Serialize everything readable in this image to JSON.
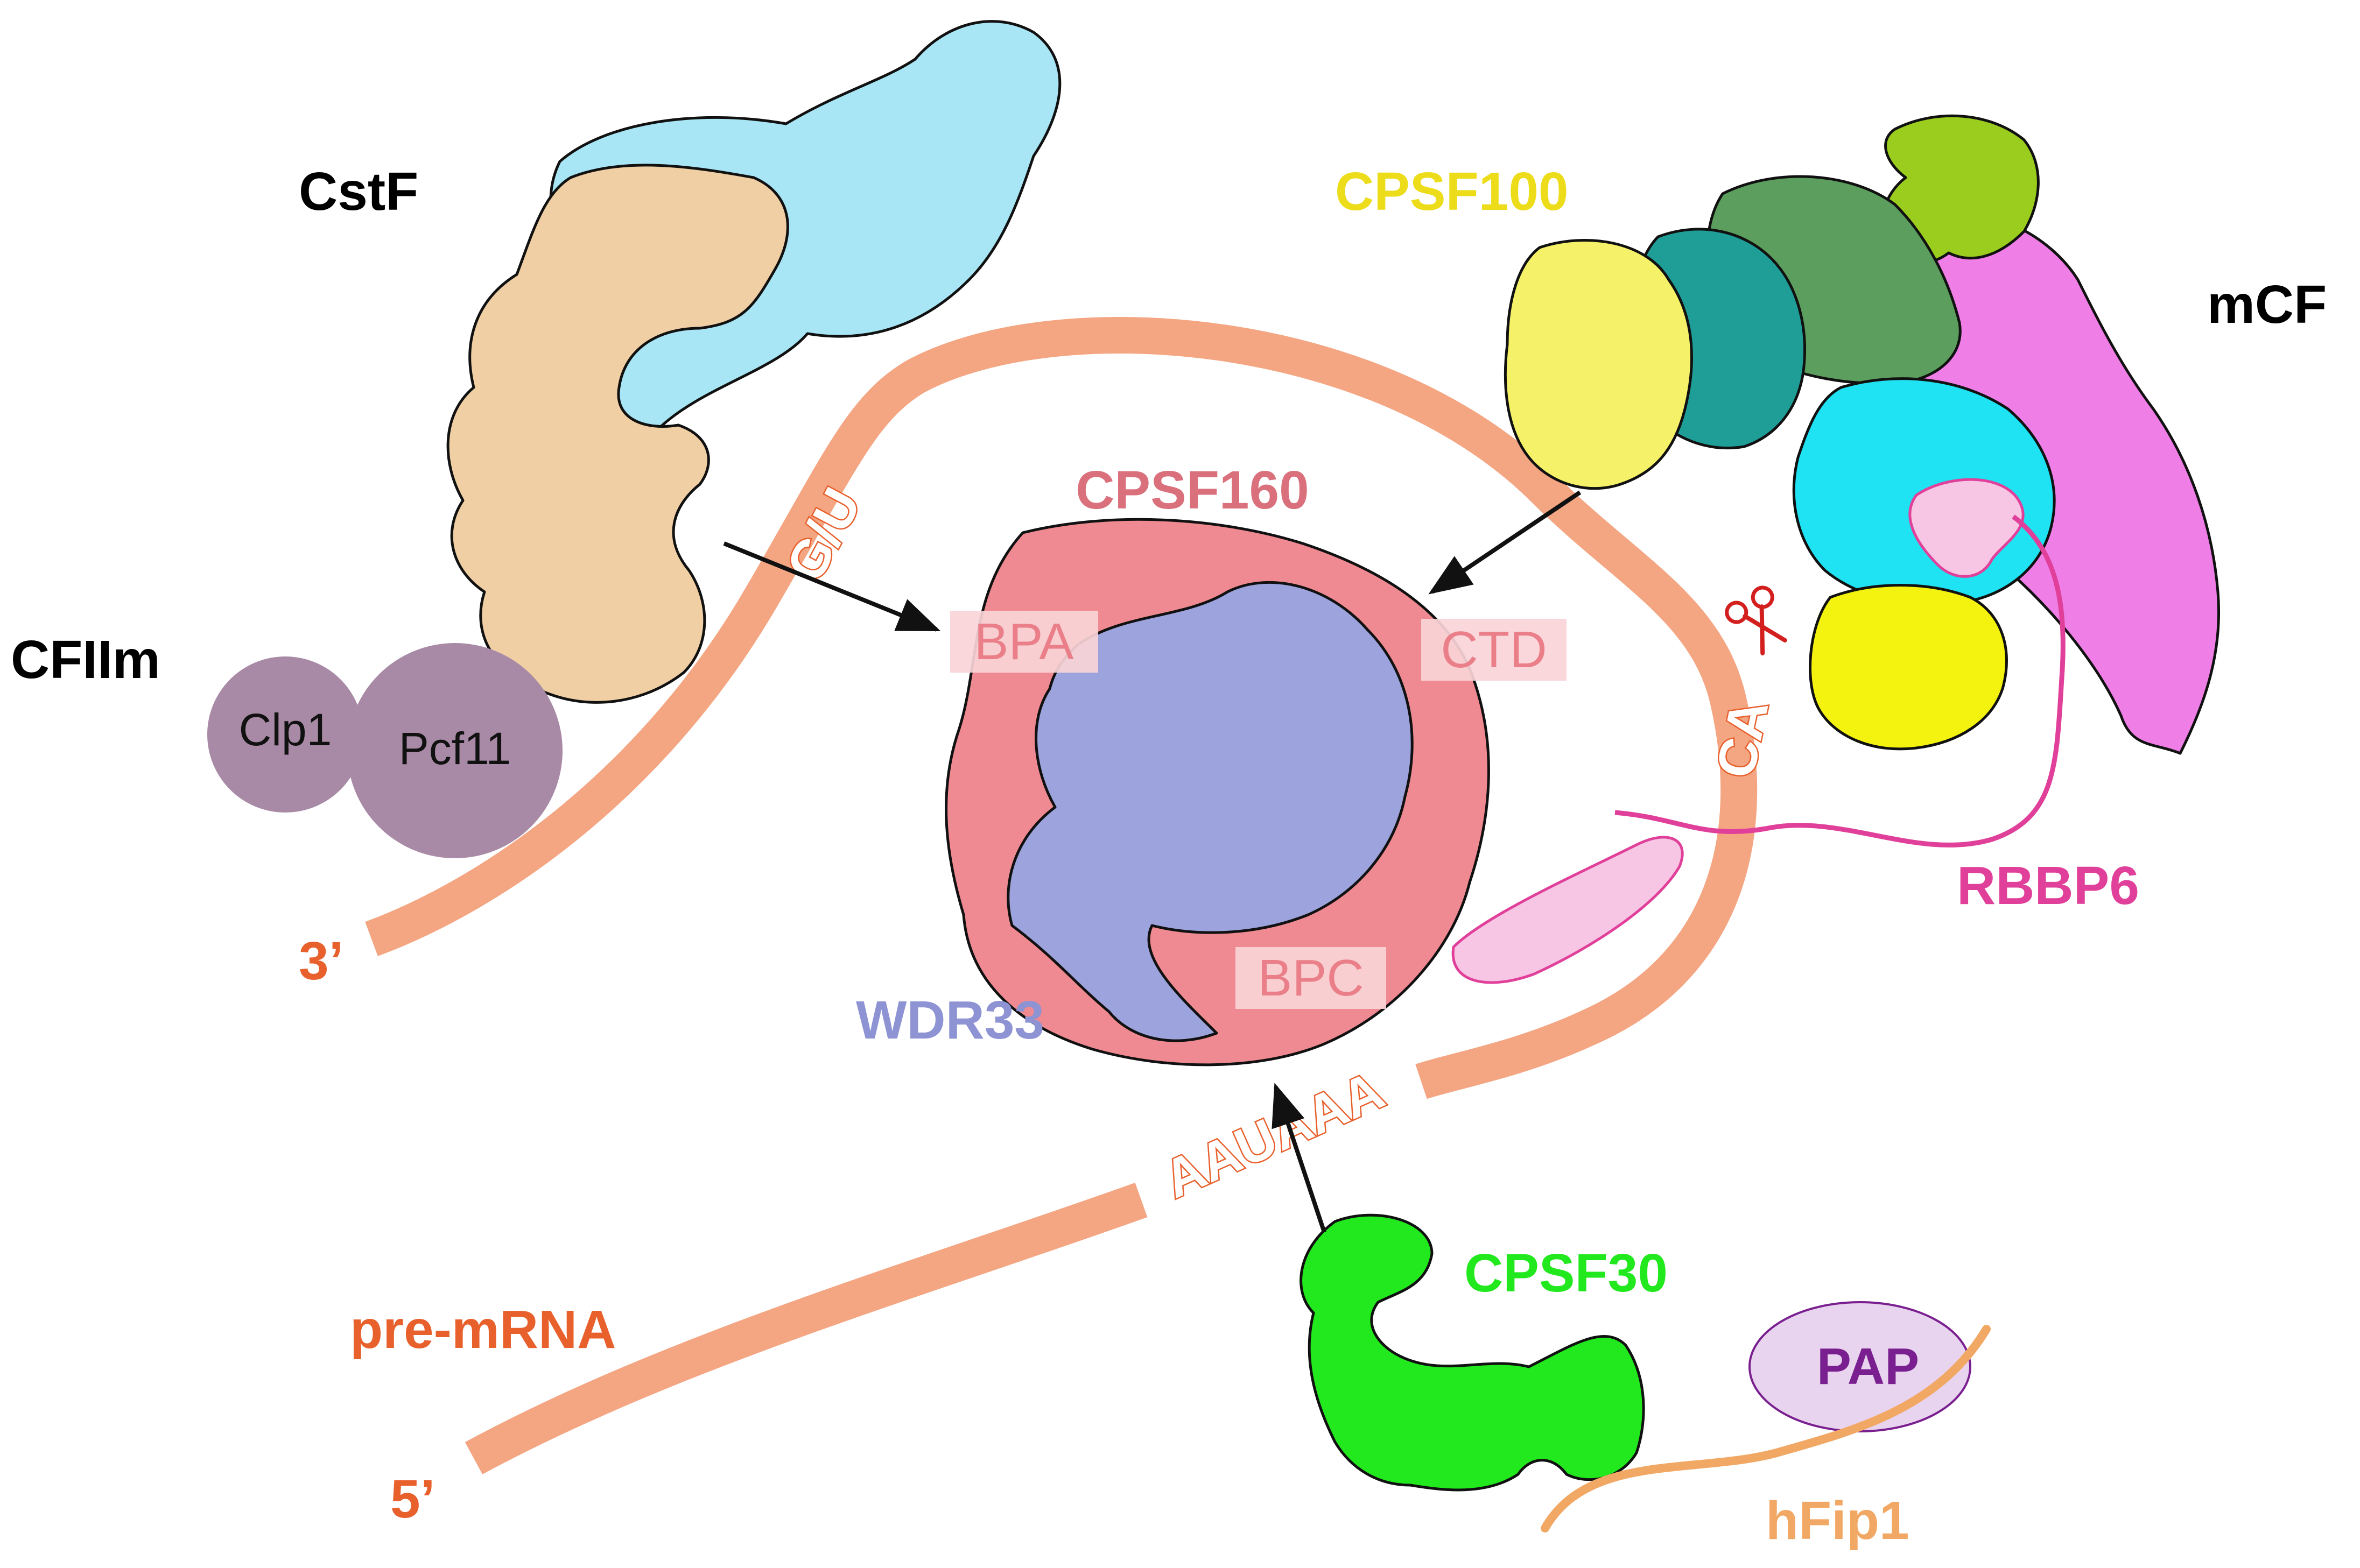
{
  "labels": {
    "cstf": "CstF",
    "cfiim": "CFIIm",
    "clp1": "Clp1",
    "pcf11": "Pcf11",
    "cpsf100": "CPSF100",
    "mcf": "mCF",
    "cpsf160": "CPSF160",
    "bpa": "BPA",
    "ctd": "CTD",
    "bpc": "BPC",
    "wdr33": "WDR33",
    "rbbp6": "RBBP6",
    "cpsf30": "CPSF30",
    "pap": "PAP",
    "hfip1": "hFip1",
    "premrna": "pre-mRNA",
    "three_prime": "3’",
    "five_prime": "5’",
    "gu": "G/U",
    "ca": "CA",
    "aauaaa": "AAUAAA"
  },
  "colors": {
    "rna": "#f4a582",
    "rna_text": "#e8602c",
    "cstf_tan": "#efcfa3",
    "cstf_blue": "#a9e6f5",
    "cfiim": "#a88aa6",
    "cpsf160": "#ef8a92",
    "wdr33": "#9da3dd",
    "cpsf100_yellow": "#f5f26a",
    "teal": "#1f9e98",
    "dark_green": "#5c9e5e",
    "lime": "#9acd1e",
    "magenta": "#ef7ee6",
    "cyan": "#1fe2f2",
    "yellow": "#f4f20f",
    "rbbp6": "#e0409a",
    "cpsf30": "#22e81e",
    "pap_fill": "#e8d4ee",
    "pap_text": "#7a1f8f",
    "hfip1": "#f2a865",
    "cpsf160_text": "#d9707b",
    "wdr33_text": "#8d93d3",
    "cpsf100_text": "#ecdc1a",
    "scissors": "#d41f1f"
  },
  "icons": {
    "cleavage": "scissors-icon"
  }
}
